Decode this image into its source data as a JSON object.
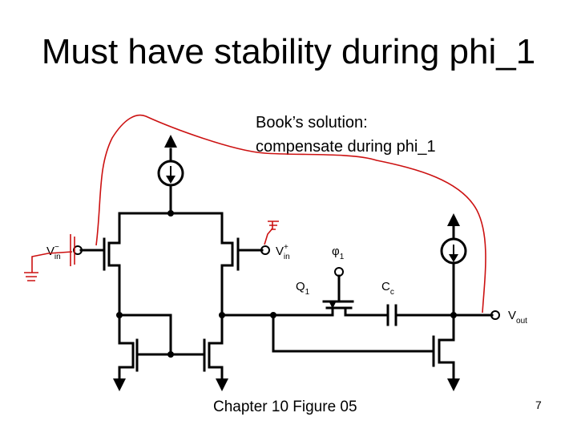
{
  "slide": {
    "title": "Must have stability during phi_1",
    "note_line1": "Book’s solution:",
    "note_line2": "compensate during phi_1",
    "caption": "Chapter 10 Figure 05",
    "page_number": "7"
  },
  "circuit": {
    "vin_minus": "V",
    "vin_minus_sup": "−",
    "vin_minus_sub": "in",
    "vin_plus": "V",
    "vin_plus_sup": "+",
    "vin_plus_sub": "in",
    "phi": "φ",
    "phi_sub": "1",
    "q": "Q",
    "q_sub": "1",
    "cc": "C",
    "cc_sub": "c",
    "vout": "V",
    "vout_sub": "out"
  },
  "colors": {
    "ink": "#000000",
    "annotation": "#cc1111"
  }
}
